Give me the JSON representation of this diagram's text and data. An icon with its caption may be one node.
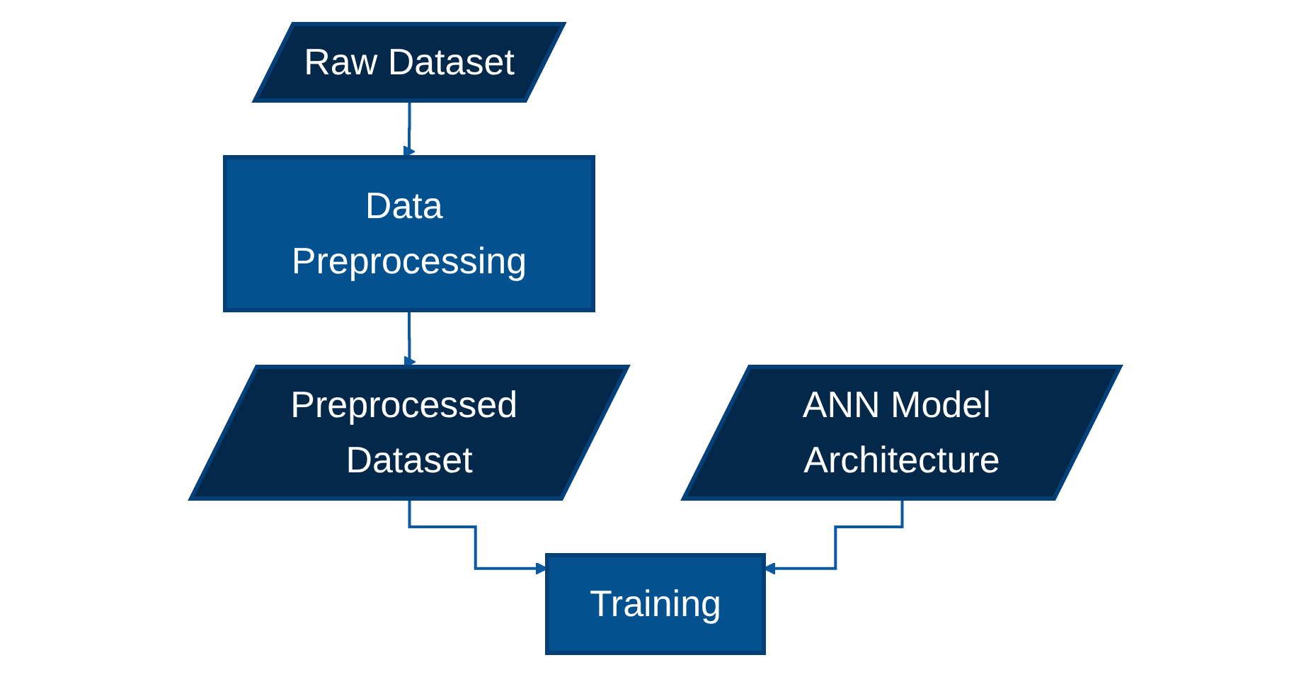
{
  "diagram": {
    "nodes": [
      {
        "text": [
          "Raw Dataset"
        ]
      },
      {
        "text": [
          "Data Preprocessing"
        ]
      },
      {
        "text": [
          "Preprocessed Dataset"
        ]
      },
      {
        "text": [
          "ANN Model Architecture"
        ]
      },
      {
        "text": [
          "Training"
        ]
      }
    ],
    "edges": [
      {
        "from": 0,
        "to": 1,
        "arrow": "to"
      },
      {
        "from": 1,
        "to": 2,
        "arrow": "to"
      },
      {
        "from": 2,
        "to": 4,
        "arrow": "to"
      },
      {
        "from": 3,
        "to": 4,
        "arrow": "to"
      }
    ]
  }
}
